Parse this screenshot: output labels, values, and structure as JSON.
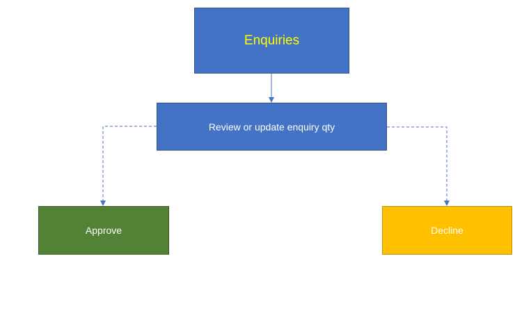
{
  "diagram": {
    "nodes": {
      "enquiries": {
        "label": "Enquiries"
      },
      "review": {
        "label": "Review or update enquiry qty"
      },
      "approve": {
        "label": "Approve"
      },
      "decline": {
        "label": "Decline"
      }
    },
    "edges": [
      {
        "from": "enquiries",
        "to": "review",
        "style": "solid"
      },
      {
        "from": "review",
        "to": "approve",
        "style": "dashed"
      },
      {
        "from": "review",
        "to": "decline",
        "style": "dashed"
      }
    ],
    "colors": {
      "primary_box": "#4472c4",
      "primary_border": "#2f528f",
      "approve": "#538135",
      "decline": "#ffc000",
      "title_text": "#ffff00",
      "box_text": "#ffffff",
      "connector": "#4472c4"
    }
  }
}
